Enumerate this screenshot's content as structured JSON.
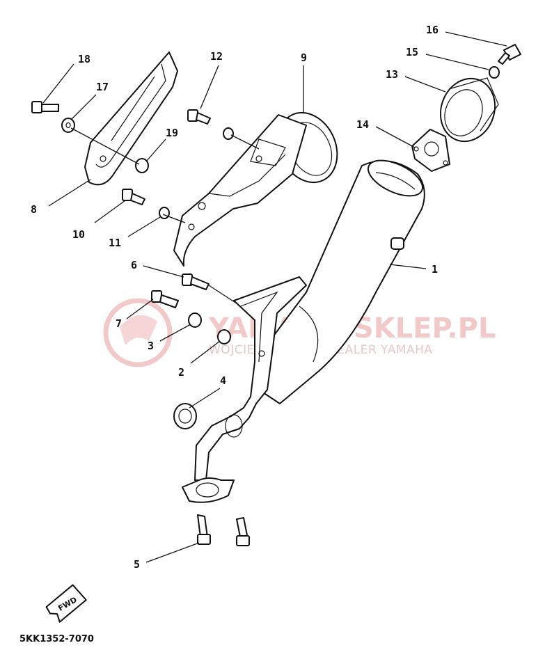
{
  "diagram": {
    "part_code": "5KK1352-7070",
    "fwd_label": "FWD",
    "watermark": {
      "title": "YAMAHA-SKLEP.PL",
      "subtitle": "WOJCIECHOWICZ | DEALER YAMAHA",
      "color": "#e05a5a"
    },
    "callouts": {
      "c1": "1",
      "c2": "2",
      "c3": "3",
      "c4": "4",
      "c5": "5",
      "c6": "6",
      "c7": "7",
      "c8": "8",
      "c9": "9",
      "c10": "10",
      "c11": "11",
      "c12": "12",
      "c13": "13",
      "c14": "14",
      "c15": "15",
      "c16": "16",
      "c17": "17",
      "c18": "18",
      "c19": "19"
    }
  }
}
